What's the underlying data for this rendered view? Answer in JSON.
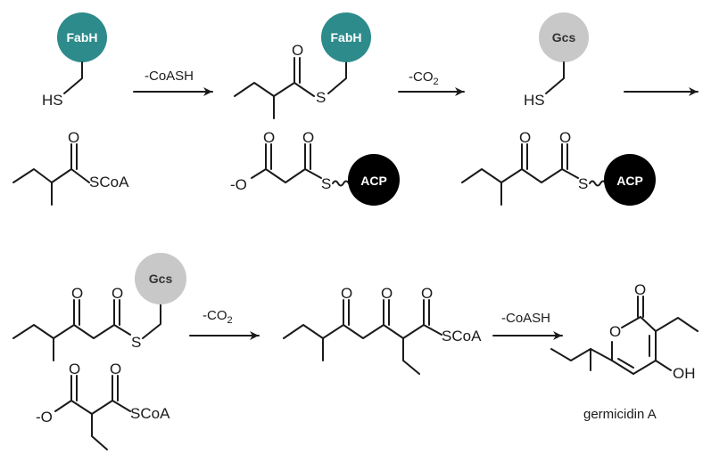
{
  "colors": {
    "fabh": "#2e8b8b",
    "gcs": "#c8c8c8",
    "acp": "#000000",
    "bond": "#1a1a1a"
  },
  "enzymes": {
    "fabh": "FabH",
    "gcs": "Gcs",
    "acp": "ACP"
  },
  "atoms": {
    "sh": "HS",
    "s": "S",
    "o": "O",
    "o_minus": "-O",
    "scoa": "SCoA",
    "oh": "OH"
  },
  "conditions": {
    "step1": "-CoASH",
    "step2_base": "-CO",
    "step2_sub": "2",
    "step3_base": "-CO",
    "step3_sub": "2",
    "step4": "-CoASH"
  },
  "product_name": "germicidin A"
}
